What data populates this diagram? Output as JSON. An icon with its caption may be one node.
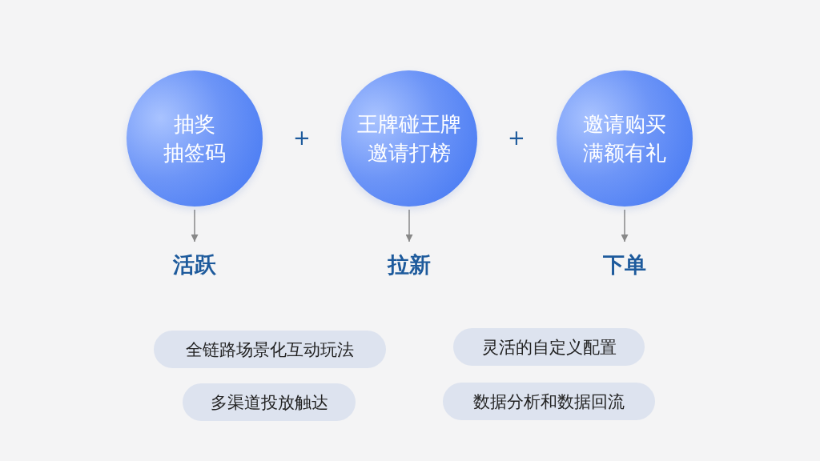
{
  "diagram": {
    "nodes": [
      {
        "text": [
          "抽奖",
          "抽签码"
        ]
      },
      {
        "text": [
          "王牌碰王牌",
          "邀请打榜"
        ]
      },
      {
        "text": [
          "邀请购买",
          "满额有礼"
        ]
      },
      {
        "text": [
          "活跃"
        ]
      },
      {
        "text": [
          "拉新"
        ]
      },
      {
        "text": [
          "下单"
        ]
      },
      {
        "text": [
          "全链路场景化互动玩法"
        ]
      },
      {
        "text": [
          "多渠道投放触达"
        ]
      },
      {
        "text": [
          "灵活的自定义配置"
        ]
      },
      {
        "text": [
          "数据分析和数据回流"
        ]
      }
    ],
    "edges": [
      {
        "from": 0,
        "to": 3,
        "arrow": "to"
      },
      {
        "from": 1,
        "to": 4,
        "arrow": "to"
      },
      {
        "from": 2,
        "to": 5,
        "arrow": "to"
      }
    ],
    "labels": [
      "+",
      "+"
    ]
  }
}
